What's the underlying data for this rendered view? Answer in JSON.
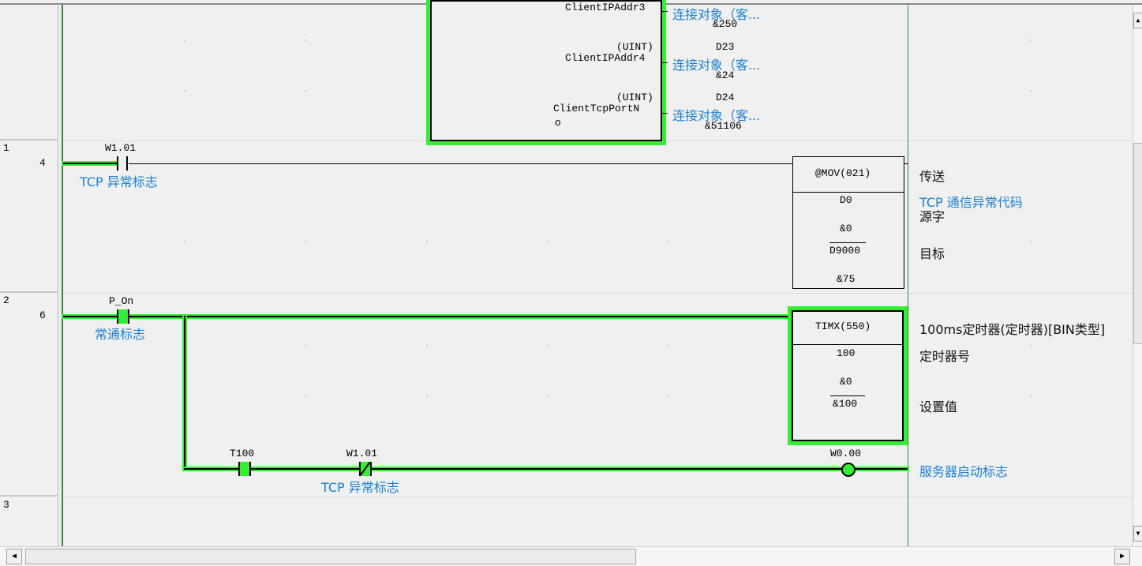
{
  "rows": [
    {
      "row": "1",
      "step": "4"
    },
    {
      "row": "2",
      "step": "6"
    },
    {
      "row": "3",
      "step": ""
    }
  ],
  "prev_block": {
    "params": [
      {
        "pin": "ClientIPAddr3",
        "type": "",
        "operand": "",
        "comment": "连接对象（客...",
        "value": "&250"
      },
      {
        "pin": "ClientIPAddr4",
        "type": "(UINT)",
        "operand": "D23",
        "comment": "连接对象（客...",
        "value": "&24"
      },
      {
        "pin": "ClientTcpPortN",
        "pin_cont": "o",
        "type": "(UINT)",
        "operand": "D24",
        "comment": "连接对象（客...",
        "value": "&51106"
      }
    ]
  },
  "rung1": {
    "contact": {
      "address": "W1.01",
      "comment": "TCP 异常标志"
    },
    "instruction": {
      "name": "@MOV(021)",
      "title": "传送",
      "source": "D0",
      "source_comment": "TCP 通信异常代码",
      "source_label": "源字",
      "source_value": "&0",
      "dest": "D9000",
      "dest_label": "目标",
      "dest_value": "&75"
    }
  },
  "rung2": {
    "contact": {
      "address": "P_On",
      "comment": "常通标志"
    },
    "instruction": {
      "name": "TIMX(550)",
      "title": "100ms定时器(定时器)[BIN类型]",
      "timer_no": "100",
      "timer_label": "定时器号",
      "current_value": "&0",
      "set_value": "&100",
      "set_label": "设置值"
    },
    "branch_contact1": {
      "address": "T100"
    },
    "branch_contact2": {
      "address": "W1.01",
      "comment": "TCP 异常标志"
    },
    "coil": {
      "address": "W0.00",
      "comment": "服务器启动标志"
    }
  },
  "scrollbar": {
    "left_arrow": "◀",
    "right_arrow": "▶",
    "up_arrow": "▲",
    "down_arrow": "▼"
  }
}
